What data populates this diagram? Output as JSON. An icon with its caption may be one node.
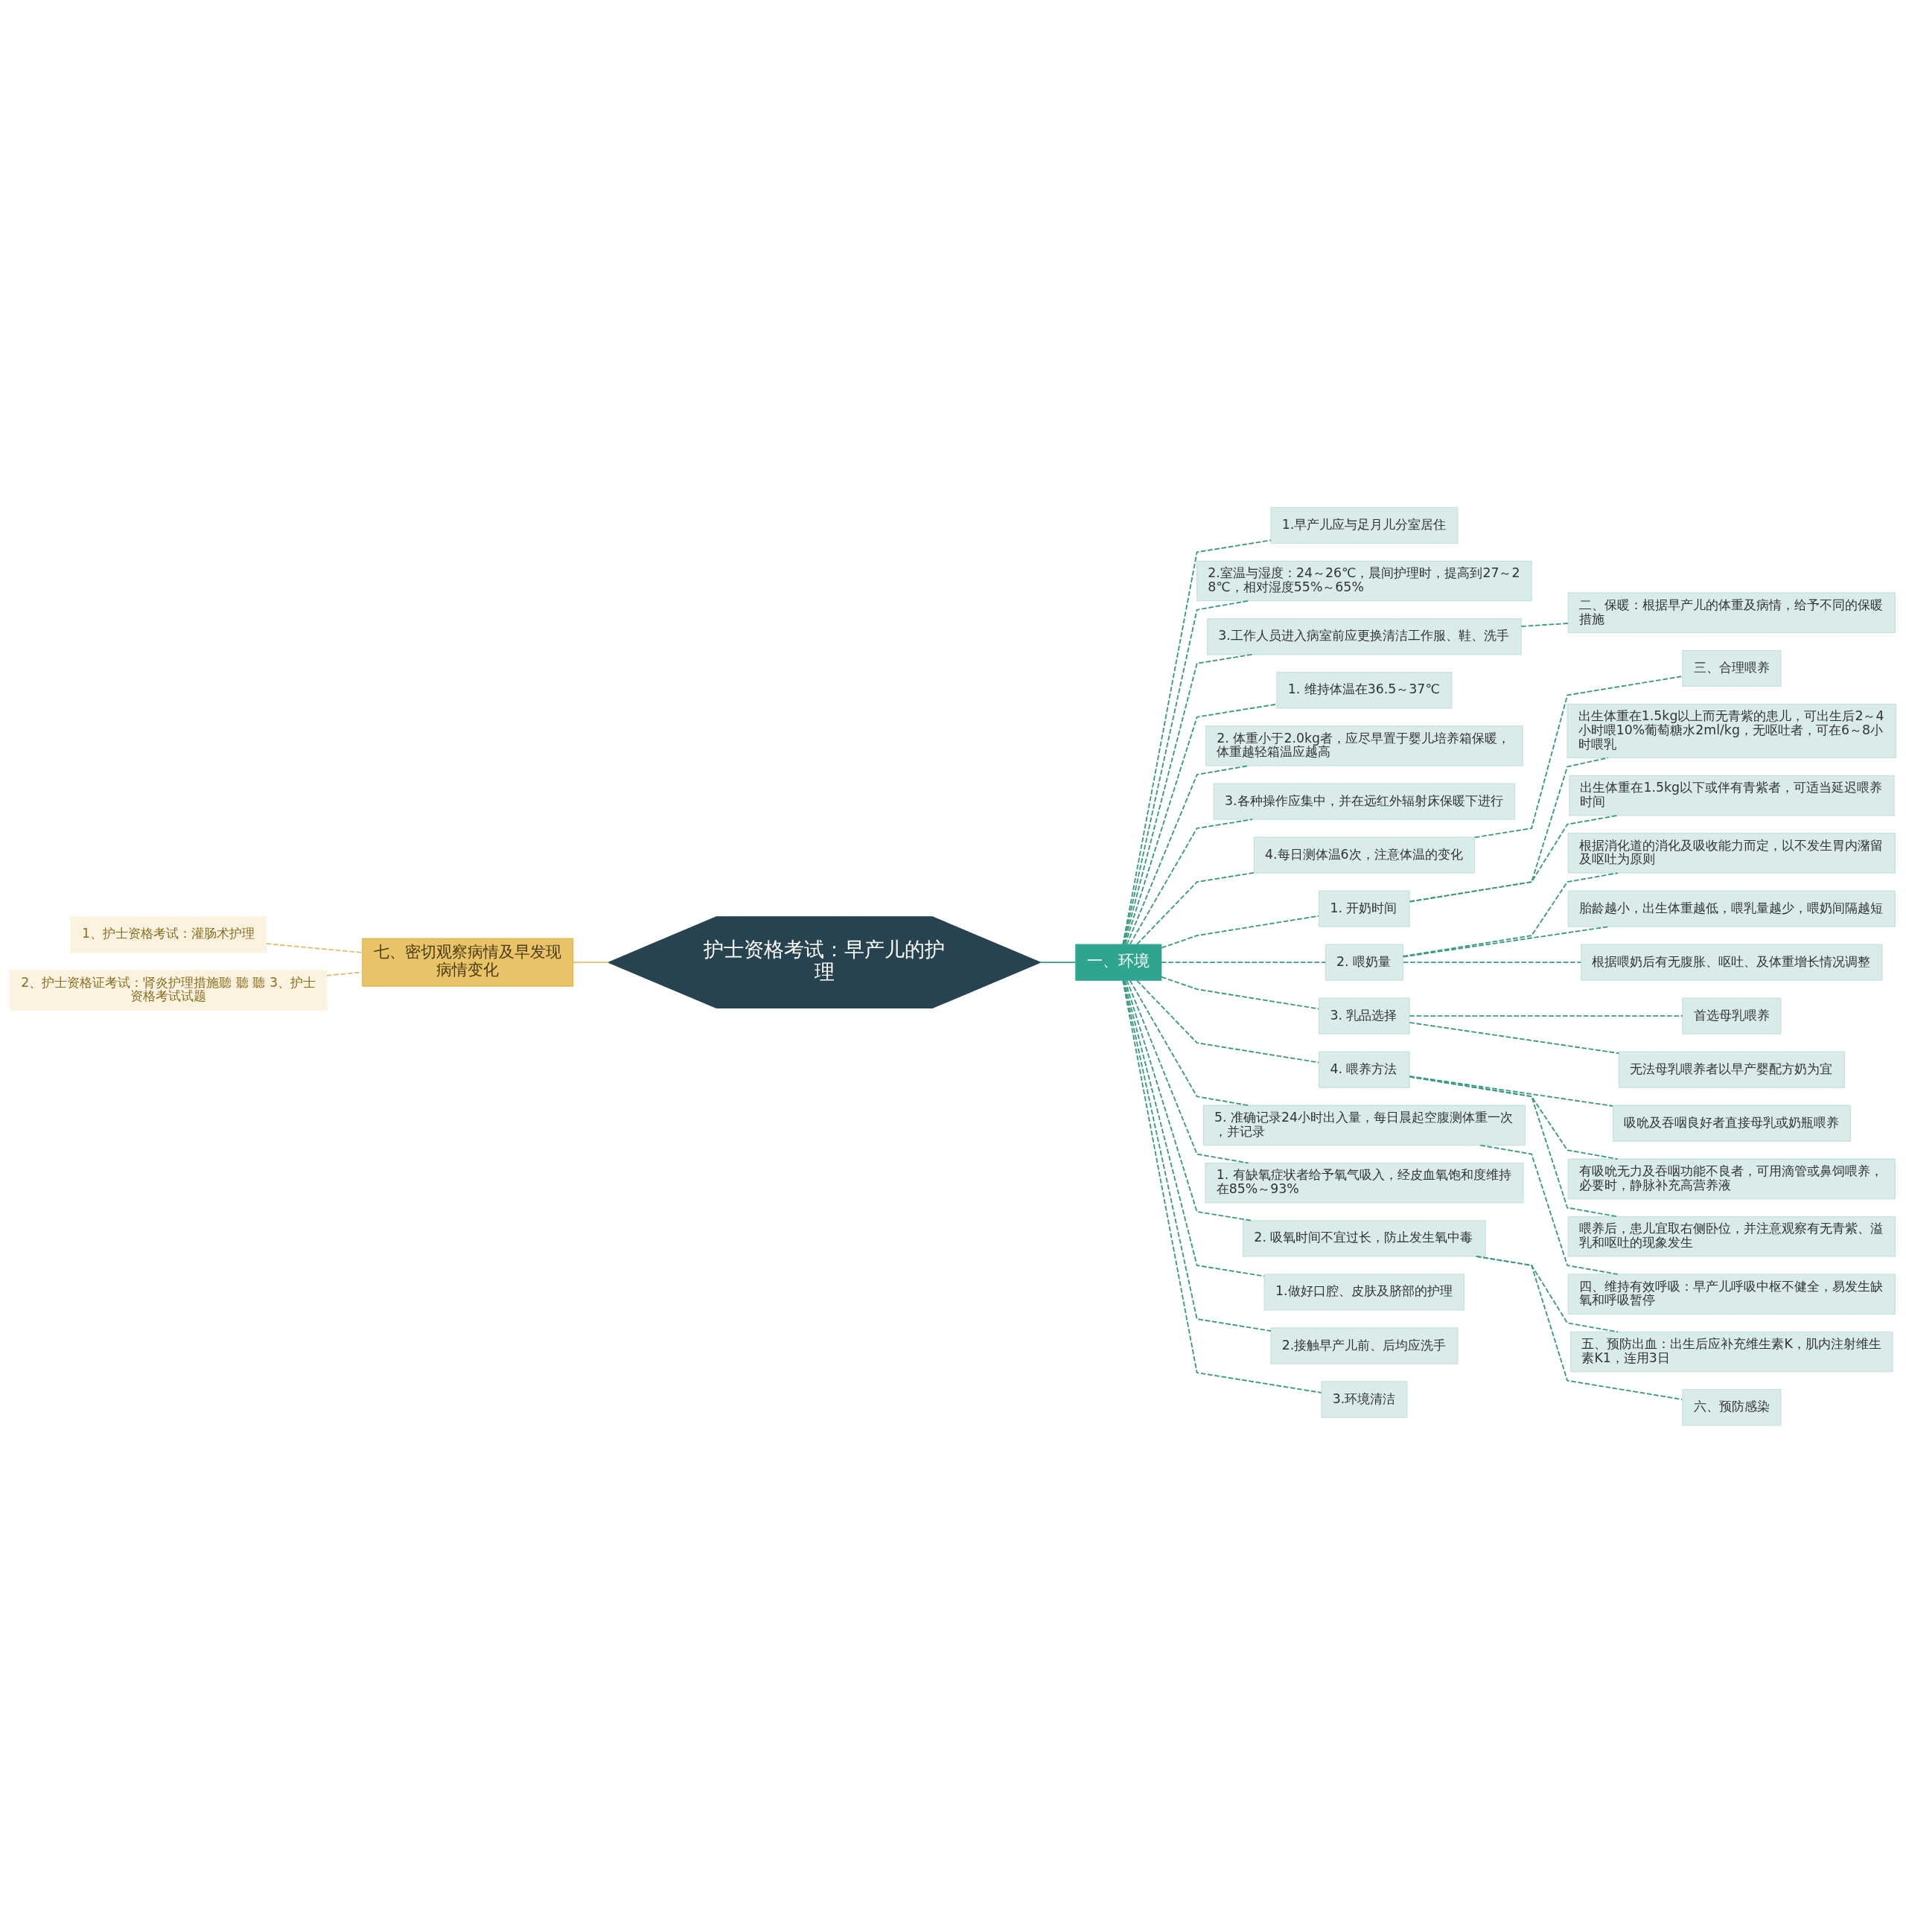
{
  "diagram": {
    "nodes": [
      {
        "text": [
          "护士资格考试：早产儿的护理"
        ]
      },
      {
        "text": [
          "七、密切观察病情及早发现病情变化"
        ]
      },
      {
        "text": [
          "1、护士资格考试：灌肠术护理"
        ]
      },
      {
        "text": [
          "2、护士资格证考试：肾炎护理措施聽 聽 聽 3、护士资格考试试题"
        ]
      },
      {
        "text": [
          "一、环境"
        ]
      },
      {
        "text": [
          "1.早产儿应与足月儿分室居住"
        ]
      },
      {
        "text": [
          "2.室温与湿度：24～26℃，晨间护理时，提高到27～28℃，相对湿度55%～65%"
        ]
      },
      {
        "text": [
          "3.工作人员进入病室前应更换清洁工作服、鞋、洗手"
        ]
      },
      {
        "text": [
          "二、保暖：根据早产儿的体重及病情，给予不同的保暖措施"
        ]
      },
      {
        "text": [
          "1. 维持体温在36.5～37℃"
        ]
      },
      {
        "text": [
          "2. 体重小于2.0kg者，应尽早置于婴儿培养箱保暖，体重越轻箱温应越高"
        ]
      },
      {
        "text": [
          "3.各种操作应集中，并在远红外辐射床保暖下进行"
        ]
      },
      {
        "text": [
          "4.每日测体温6次，注意体温的变化"
        ]
      },
      {
        "text": [
          "三、合理喂养"
        ]
      },
      {
        "text": [
          "1. 开奶时间"
        ]
      },
      {
        "text": [
          "出生体重在1.5kg以上而无青紫的患儿，可出生后2～4小时喂10%葡萄糖水2ml/kg，无呕吐者，可在6～8小时喂乳"
        ]
      },
      {
        "text": [
          "出生体重在1.5kg以下或伴有青紫者，可适当延迟喂养时间"
        ]
      },
      {
        "text": [
          "2. 喂奶量"
        ]
      },
      {
        "text": [
          "根据消化道的消化及吸收能力而定，以不发生胃内潴留及呕吐为原则"
        ]
      },
      {
        "text": [
          "胎龄越小，出生体重越低，喂乳量越少，喂奶间隔越短"
        ]
      },
      {
        "text": [
          "根据喂奶后有无腹胀、呕吐、及体重增长情况调整"
        ]
      },
      {
        "text": [
          "3. 乳品选择"
        ]
      },
      {
        "text": [
          "首选母乳喂养"
        ]
      },
      {
        "text": [
          "无法母乳喂养者以早产婴配方奶为宜"
        ]
      },
      {
        "text": [
          "4. 喂养方法"
        ]
      },
      {
        "text": [
          "吸吮及吞咽良好者直接母乳或奶瓶喂养"
        ]
      },
      {
        "text": [
          "有吸吮无力及吞咽功能不良者，可用滴管或鼻饲喂养，必要时，静脉补充高营养液"
        ]
      },
      {
        "text": [
          "喂养后，患儿宜取右侧卧位，并注意观察有无青紫、溢乳和呕吐的现象发生"
        ]
      },
      {
        "text": [
          "5. 准确记录24小时出入量，每日晨起空腹测体重一次，并记录"
        ]
      },
      {
        "text": [
          "四、维持有效呼吸：早产儿呼吸中枢不健全，易发生缺氧和呼吸暂停"
        ]
      },
      {
        "text": [
          "1. 有缺氧症状者给予氧气吸入，经皮血氧饱和度维持在85%～93%"
        ]
      },
      {
        "text": [
          "2. 吸氧时间不宜过长，防止发生氧中毒"
        ]
      },
      {
        "text": [
          "五、预防出血：出生后应补充维生素K，肌内注射维生素K1，连用3日"
        ]
      },
      {
        "text": [
          "六、预防感染"
        ]
      },
      {
        "text": [
          "1.做好口腔、皮肤及脐部的护理"
        ]
      },
      {
        "text": [
          "2.接触早产儿前、后均应洗手"
        ]
      },
      {
        "text": [
          "3.环境清洁"
        ]
      }
    ],
    "edges": [
      {
        "from": 0,
        "to": 1,
        "arrow": "none",
        "color": "#e0c070"
      },
      {
        "from": 1,
        "to": 2,
        "arrow": "none",
        "style": "dashed",
        "color": "#e0c070"
      },
      {
        "from": 1,
        "to": 3,
        "arrow": "none",
        "style": "dashed",
        "color": "#e0c070"
      },
      {
        "from": 0,
        "to": 4,
        "arrow": "none"
      },
      {
        "from": 4,
        "to": 5,
        "arrow": "none",
        "style": "dashed"
      },
      {
        "from": 4,
        "to": 6,
        "arrow": "none",
        "style": "dashed"
      },
      {
        "from": 4,
        "to": 7,
        "arrow": "none",
        "style": "dashed"
      },
      {
        "from": 7,
        "to": 8,
        "arrow": "none",
        "style": "dashed"
      },
      {
        "from": 4,
        "to": 9,
        "arrow": "none",
        "style": "dashed"
      },
      {
        "from": 4,
        "to": 10,
        "arrow": "none",
        "style": "dashed"
      },
      {
        "from": 4,
        "to": 11,
        "arrow": "none",
        "style": "dashed"
      },
      {
        "from": 4,
        "to": 12,
        "arrow": "none",
        "style": "dashed"
      },
      {
        "from": 12,
        "to": 13,
        "arrow": "none",
        "style": "dashed"
      },
      {
        "from": 4,
        "to": 14,
        "arrow": "none",
        "style": "dashed"
      },
      {
        "from": 14,
        "to": 15,
        "arrow": "none",
        "style": "dashed"
      },
      {
        "from": 14,
        "to": 16,
        "arrow": "none",
        "style": "dashed"
      },
      {
        "from": 4,
        "to": 17,
        "arrow": "none",
        "style": "dashed"
      },
      {
        "from": 17,
        "to": 18,
        "arrow": "none",
        "style": "dashed"
      },
      {
        "from": 17,
        "to": 19,
        "arrow": "none",
        "style": "dashed"
      },
      {
        "from": 17,
        "to": 20,
        "arrow": "none",
        "style": "dashed"
      },
      {
        "from": 4,
        "to": 21,
        "arrow": "none",
        "style": "dashed"
      },
      {
        "from": 21,
        "to": 22,
        "arrow": "none",
        "style": "dashed"
      },
      {
        "from": 21,
        "to": 23,
        "arrow": "none",
        "style": "dashed"
      },
      {
        "from": 4,
        "to": 24,
        "arrow": "none",
        "style": "dashed"
      },
      {
        "from": 24,
        "to": 25,
        "arrow": "none",
        "style": "dashed"
      },
      {
        "from": 24,
        "to": 26,
        "arrow": "none",
        "style": "dashed"
      },
      {
        "from": 24,
        "to": 27,
        "arrow": "none",
        "style": "dashed"
      },
      {
        "from": 4,
        "to": 28,
        "arrow": "none",
        "style": "dashed"
      },
      {
        "from": 28,
        "to": 29,
        "arrow": "none",
        "style": "dashed"
      },
      {
        "from": 4,
        "to": 30,
        "arrow": "none",
        "style": "dashed"
      },
      {
        "from": 4,
        "to": 31,
        "arrow": "none",
        "style": "dashed"
      },
      {
        "from": 31,
        "to": 32,
        "arrow": "none",
        "style": "dashed"
      },
      {
        "from": 31,
        "to": 33,
        "arrow": "none",
        "style": "dashed"
      },
      {
        "from": 4,
        "to": 34,
        "arrow": "none",
        "style": "dashed"
      },
      {
        "from": 4,
        "to": 35,
        "arrow": "none",
        "style": "dashed"
      },
      {
        "from": 4,
        "to": 36,
        "arrow": "none",
        "style": "dashed"
      }
    ]
  }
}
